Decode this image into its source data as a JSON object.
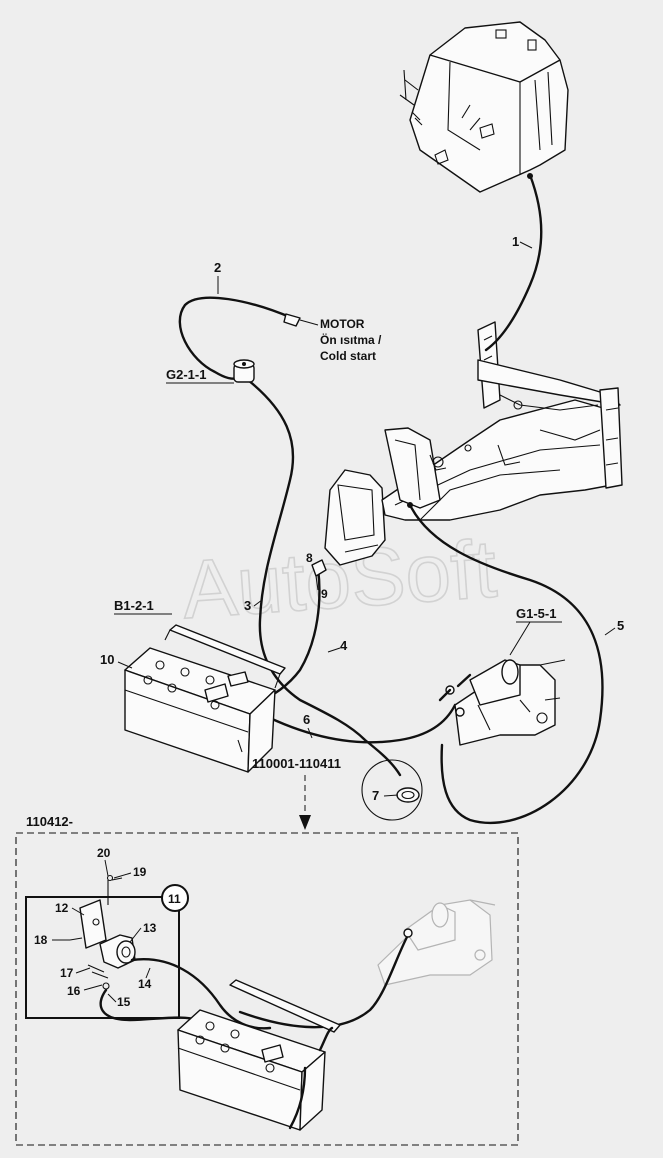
{
  "watermark": "AutoSoft",
  "motor_note": {
    "line1": "MOTOR",
    "line2": "Ön ısıtma /",
    "line3": "Cold start"
  },
  "refs": {
    "g2": "G2-1-1",
    "b1": "B1-2-1",
    "g1": "G1-5-1"
  },
  "parts": {
    "p1": "1",
    "p2": "2",
    "p3": "3",
    "p4": "4",
    "p5": "5",
    "p6": "6",
    "p7": "7",
    "p8": "8",
    "p9": "9",
    "p10": "10",
    "p11": "11",
    "p12": "12",
    "p13": "13",
    "p14": "14",
    "p15": "15",
    "p16": "16",
    "p17": "17",
    "p18": "18",
    "p19": "19",
    "p20": "20"
  },
  "serials": {
    "old_range": "110001-110411",
    "new_range": "110412-"
  }
}
